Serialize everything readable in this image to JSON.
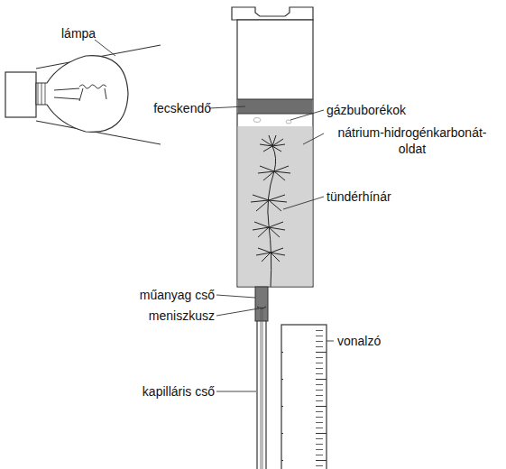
{
  "diagram": {
    "labels": [
      "lámpa",
      "fecskendő",
      "gázbuborékok",
      "nátrium-hidrogénkarbonát-oldat",
      "tündérhínár",
      "műanyag cső",
      "meniszkusz",
      "vonalzó",
      "kapilláris cső"
    ]
  }
}
